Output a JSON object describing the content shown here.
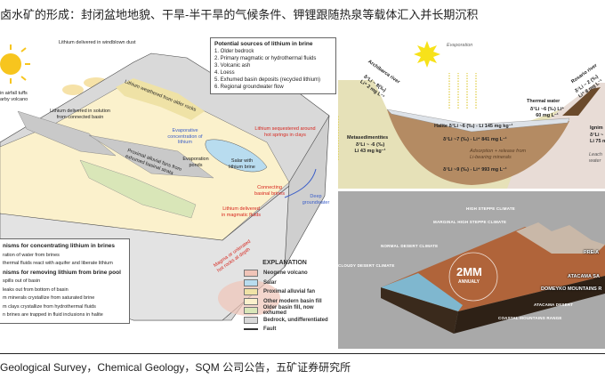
{
  "title": "卤水矿的形成：封闭盆地地貌、干旱-半干旱的气候条件、钾锂跟随热泉等载体汇入并长期沉积",
  "left_diagram": {
    "labels": {
      "windblown": "Lithium delivered in windblown dust",
      "airfall": "in airfall tuffs arby volcano",
      "weathered": "Lithium weathered from older rocks",
      "solution": "Lithium delivered in solution from connected basin",
      "evaporative": "Evaporative concentration of lithium",
      "ponds": "Evaporation ponds",
      "salar": "Salar with lithium brine",
      "sequestered": "Lithium sequestered around hot springs in clays",
      "convecting": "Connecting basinal brines",
      "magmatic": "Lithium delivered in magmatic fluids",
      "deep": "Deep groundwater",
      "proximal": "Proximal alluvial fans from exhumed basinal strata",
      "magma": "Magma or unlerated hot rocks at depth"
    },
    "sources": {
      "title": "Potential sources of lithium in brine",
      "items": [
        "1. Older bedrock",
        "2. Primary magmatic or hydrothermal fluids",
        "3. Volcanic ash",
        "4. Loess",
        "5. Exhumed basin deposits (recycled lithium)",
        "6. Regional groundwater flow"
      ]
    },
    "mechanisms": {
      "concentrating_title": "nisms for concentrating lithium in brines",
      "concentrating": [
        "ration of water from brines",
        "thermal fluids react with aquifer and liberate lithium"
      ],
      "removing_title": "nisms for removing lithium from brine pool",
      "removing": [
        "spills out of basin",
        "leaks out from bottom of basin",
        "m minerals crystallize from saturated brine",
        "m clays crystallize from hydrothermal fluids",
        "n brines are trapped in fluid inclusions in halite"
      ]
    },
    "legend": {
      "title": "EXPLANATION",
      "items": [
        {
          "label": "Neogene volcano",
          "color": "#f0c4b8"
        },
        {
          "label": "Salar",
          "color": "#b8dcef"
        },
        {
          "label": "Proximal alluvial fan",
          "color": "#efe2a6"
        },
        {
          "label": "Other modern basin fill",
          "color": "#fbf1cc"
        },
        {
          "label": "Older basin fill, now exhumed",
          "color": "#d9e6b8"
        },
        {
          "label": "Bedrock, undifferentiated",
          "color": "#d9d9d9"
        },
        {
          "label": "Fault",
          "color": "#333333"
        }
      ]
    }
  },
  "isotope_diagram": {
    "evaporation": "Evaporation",
    "archibarca": "Archibarca river",
    "archibarca_vals": "δ⁷Li ~ 8(‰) Li⁺ 2 mg L⁻¹",
    "rosario": "Rosario river",
    "rosario_vals": "δ⁷Li ~ 2 (‰) Li⁺ 8 mg L⁻¹",
    "thermal": "Thermal water",
    "thermal_vals": "δ⁷Li ~6 (‰) Li⁺ 60 mg L⁻¹",
    "halite": "Halite δ⁷Li ~6 (‰) - Li 145 mg kg⁻¹",
    "brine_upper": "δ⁷Li ~7 (‰) - Li⁺ 841 mg L⁻¹",
    "adsorption": "Adsorption + release from Li-bearing minerals",
    "brine_lower": "δ⁷Li ~9 (‰) - Li⁺ 993 mg L⁻¹",
    "meta": "Metasedimentites",
    "meta_vals": "δ⁷Li ~ -6 (‰) Li 43 mg kg⁻¹",
    "ignim": "Ignim",
    "ignim_vals": "δ⁷Li ~ Li 75 m",
    "leach": "Leach water"
  },
  "climate_diagram": {
    "center_big": "2MM",
    "center_small": "ANNUALY",
    "labels": [
      "HIGH STEPPE CLIMATE",
      "MARGINAL HIGH STEPPE CLIMATE",
      "NORMAL DESERT CLIMATE",
      "CLOUDY DESERT CLIMATE",
      "ATACAMA SA",
      "DOMEYKO MOUNTAINS R",
      "ATACAMA DESERT",
      "COASTAL MOUNTAINS RANGE",
      "PRE-A"
    ]
  },
  "source": "Geological Survey，Chemical Geology，SQM 公司公告，五矿证券研究所"
}
